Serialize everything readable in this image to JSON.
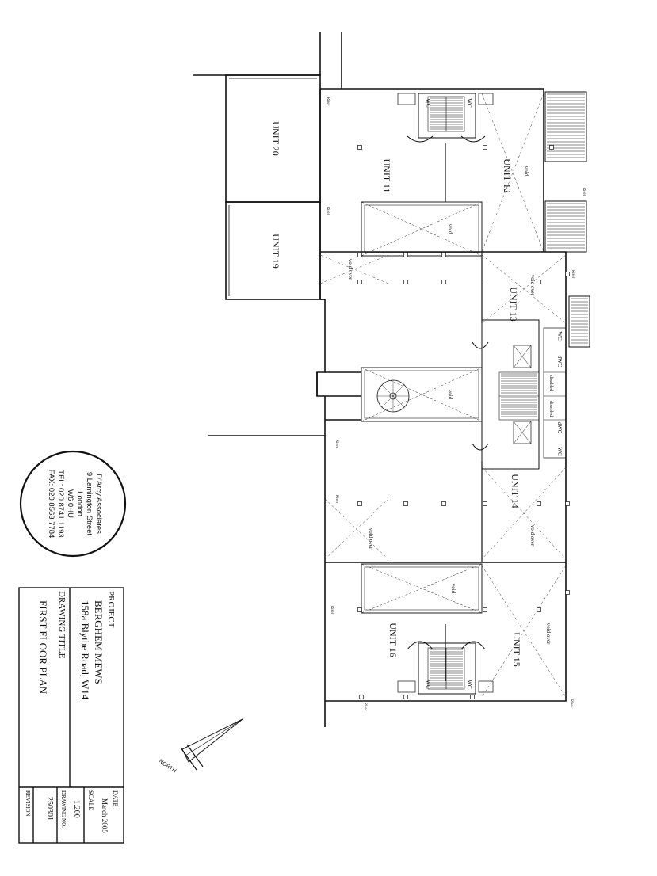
{
  "units": {
    "u11": "UNIT 11",
    "u12": "UNIT 12",
    "u13": "UNIT 13",
    "u14": "UNIT 14",
    "u15": "UNIT 15",
    "u16": "UNIT 16",
    "u19": "UNIT 19",
    "u20": "UNIT 20"
  },
  "labels": {
    "void": "void",
    "void_over": "void over",
    "wc": "WC",
    "dwc": "dWC",
    "disabled": "disabled",
    "riser": "Riser"
  },
  "stamp": {
    "company": "D'Arcy Associates",
    "street": "9 Lamington Street",
    "city": "London",
    "postcode": "W6 0HU",
    "tel": "TEL: 020 8741 1193",
    "fax": "FAX: 020 8563 7784"
  },
  "title_block": {
    "project_heading": "PROJECT",
    "project_name": "BERGHEM MEWS",
    "project_address": "158a Blythe Road, W14",
    "drawing_title_heading": "DRAWING TITLE",
    "drawing_title": "FIRST FLOOR PLAN",
    "date_heading": "DATE",
    "date": "March 2005",
    "scale_heading": "SCALE",
    "scale": "1:200",
    "drawing_no_heading": "DRAWING NO.",
    "drawing_no": "250301",
    "revision_heading": "REVISION",
    "revision": ""
  },
  "north_label": "NORTH"
}
